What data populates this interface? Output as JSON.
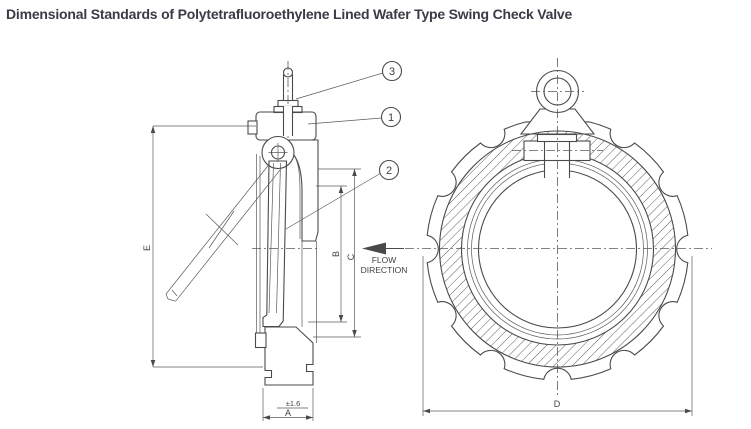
{
  "title": "Dimensional Standards of Polytetrafluoroethylene Lined Wafer Type Swing Check Valve",
  "drawing": {
    "dimension_labels": {
      "a": "A",
      "b": "B",
      "c": "C",
      "d": "D",
      "e": "E",
      "tolerance": "±1.6"
    },
    "callouts": {
      "c1": "1",
      "c2": "2",
      "c3": "3"
    },
    "flow": {
      "line1": "FLOW",
      "line2": "DIRECTION"
    },
    "colors": {
      "line": "#4a4a4a",
      "text": "#3f3f46",
      "background": "#ffffff"
    }
  }
}
